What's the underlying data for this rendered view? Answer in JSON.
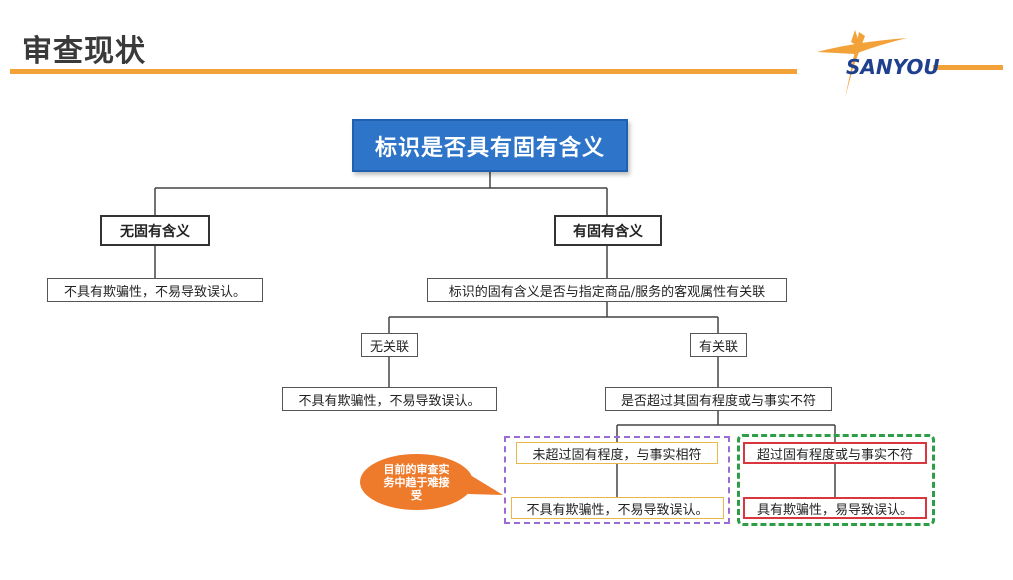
{
  "header": {
    "title": "审查现状",
    "logo_text": "SANYOU",
    "accent_color": "#f3a23a"
  },
  "diagram": {
    "root": "标识是否具有固有含义",
    "no_meaning": "无固有含义",
    "no_meaning_result": "不具有欺骗性，不易导致误认。",
    "has_meaning": "有固有含义",
    "question_relation": "标识的固有含义是否与指定商品/服务的客观属性有关联",
    "unrelated": "无关联",
    "unrelated_result": "不具有欺骗性，不易导致误认。",
    "related": "有关联",
    "question_exceed": "是否超过其固有程度或与事实不符",
    "not_exceed": "未超过固有程度，与事实相符",
    "not_exceed_result": "不具有欺骗性，不易导致误认。",
    "exceed": "超过固有程度或与事实不符",
    "exceed_result": "具有欺骗性，易导致误认。",
    "callout": "目前的审查实务中趋于难接受"
  }
}
